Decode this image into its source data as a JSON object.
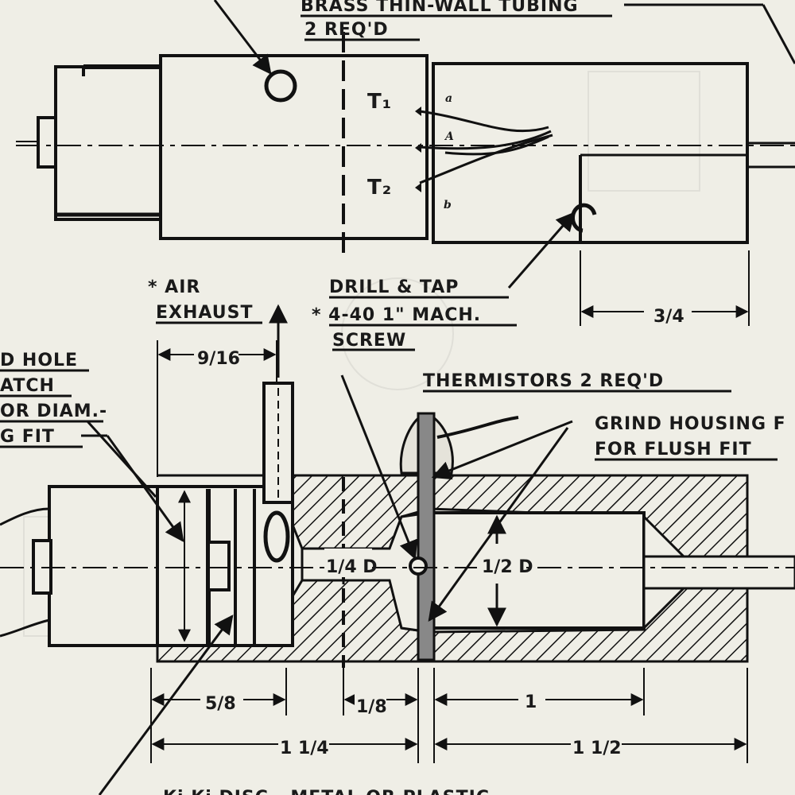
{
  "drawing": {
    "top_note": "BRASS THIN-WALL TUBING",
    "top_note_qty": "2 REQ'D",
    "t1_label": "T₁",
    "t2_label": "T₂",
    "wire_a_upper": "a",
    "wire_a_mid": "A",
    "wire_b": "b",
    "air_exhaust_1": "* AIR",
    "air_exhaust_2": "EXHAUST",
    "drill_tap_1": "DRILL & TAP",
    "drill_tap_2": "* 4-40  1\" MACH.",
    "drill_tap_3": "SCREW",
    "thermistors": "THERMISTORS  2 REQ'D",
    "grind_1": "GRIND HOUSING F",
    "grind_2": "FOR FLUSH FIT",
    "hole_1": "D HOLE",
    "hole_2": "ATCH",
    "hole_3": "OR DIAM.-",
    "hole_4": "G FIT",
    "bottom_note": "Ki Ki DISC - METAL OR PLASTIC",
    "dim_3_4": "3/4",
    "dim_9_16": "9/16",
    "dim_1_4_dia": "1/4 D",
    "dim_1_2_dia": "1/2 D",
    "dim_5_8": "5/8",
    "dim_1_8": "1/8",
    "dim_1": "1",
    "dim_1_1_4": "1 1/4",
    "dim_1_1_2": "1 1/2"
  },
  "colors": {
    "paper": "#efeee6",
    "ink": "#111111"
  }
}
